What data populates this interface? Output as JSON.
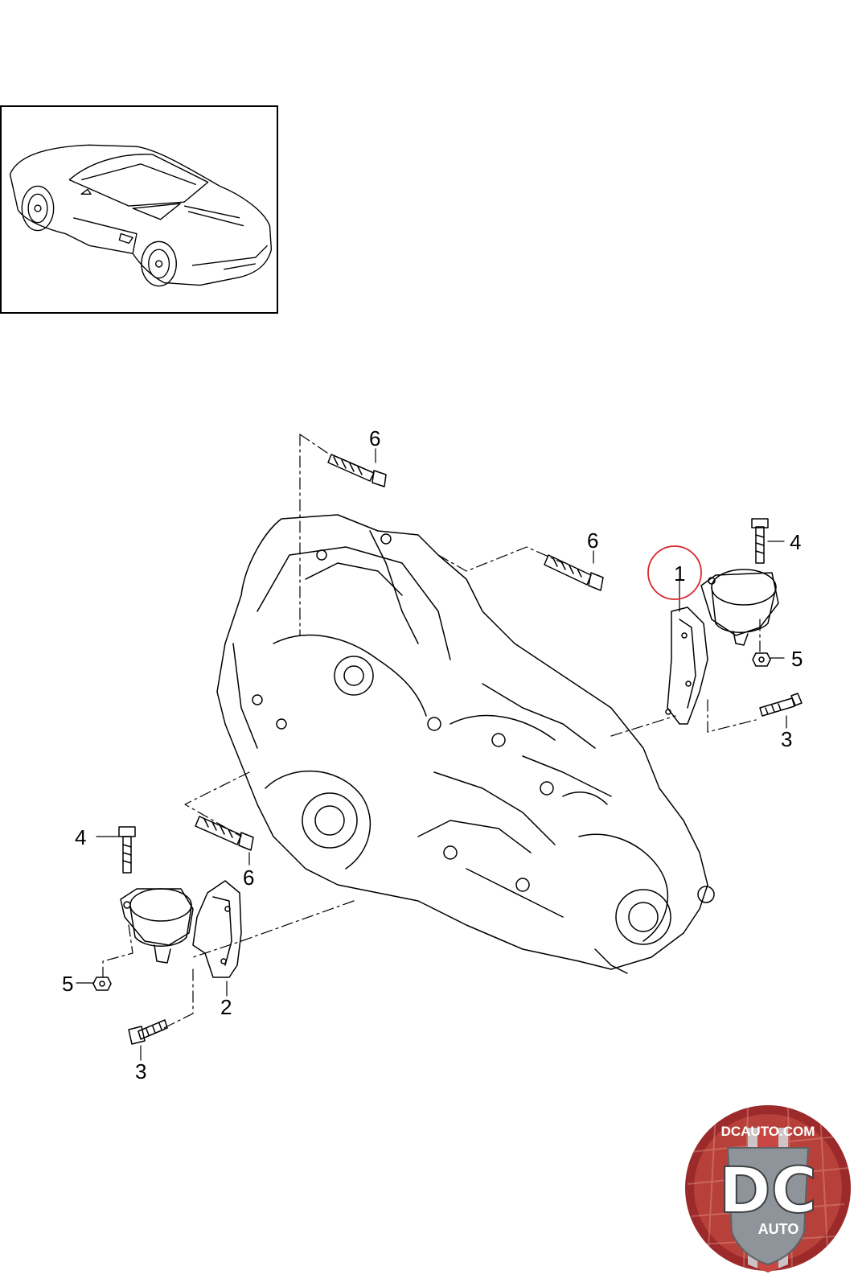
{
  "diagram": {
    "callouts": {
      "c1": "1",
      "c2": "2",
      "c3a": "3",
      "c3b": "3",
      "c4a": "4",
      "c4b": "4",
      "c5a": "5",
      "c5b": "5",
      "c6a": "6",
      "c6b": "6",
      "c6c": "6"
    },
    "highlight_color": "#d9262c"
  },
  "logo": {
    "top_text": "DCAUTO.COM",
    "main_text": "DC",
    "sub_text": "AUTO",
    "colors": {
      "ring": "#9c2a2a",
      "inner": "#c0392b",
      "shield": "#8e9499"
    }
  }
}
